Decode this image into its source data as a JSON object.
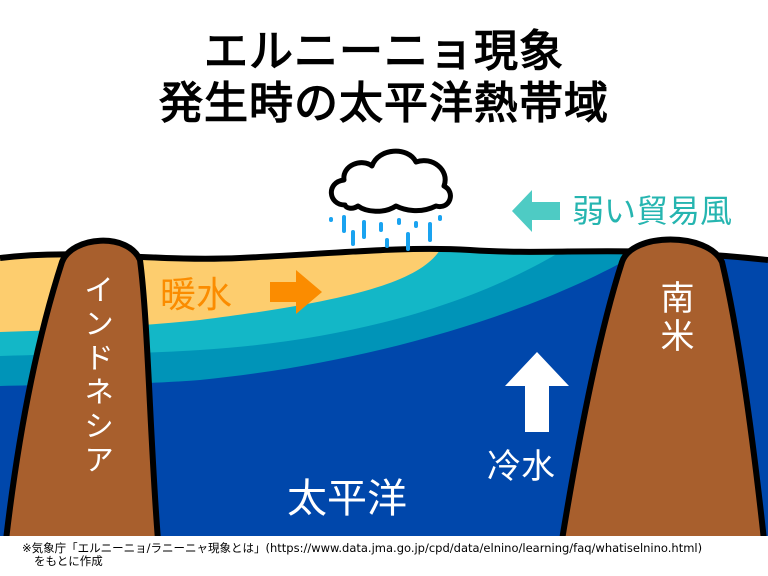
{
  "title": {
    "line1": "エルニーニョ現象",
    "line2": "発生時の太平洋熱帯域"
  },
  "labels": {
    "warm_water": "暖水",
    "weak_trade_winds": "弱い貿易風",
    "indonesia": "インドネシア",
    "south_america": "南米",
    "pacific_ocean": "太平洋",
    "cold_water": "冷水"
  },
  "icons": {
    "rain_cloud": "rain-cloud-icon",
    "warm_arrow": "arrow-right-icon",
    "wind_arrow": "arrow-left-icon",
    "cold_arrow": "arrow-up-icon"
  },
  "colors": {
    "warm_layer": "#fdcd6e",
    "cyan_layer": "#13b7c7",
    "mid_blue_layer": "#0094b8",
    "deep_blue": "#0047ab",
    "land": "#a85f2d",
    "warm_text": "#fb8c00",
    "wind": "#4ecbc4",
    "rain": "#1aa3f0"
  },
  "footnote": {
    "line1": "※気象庁「エルニーニョ/ラニーニャ現象とは」(https://www.data.jma.go.jp/cpd/data/elnino/learning/faq/whatiselnino.html)",
    "line2": "をもとに作成"
  }
}
